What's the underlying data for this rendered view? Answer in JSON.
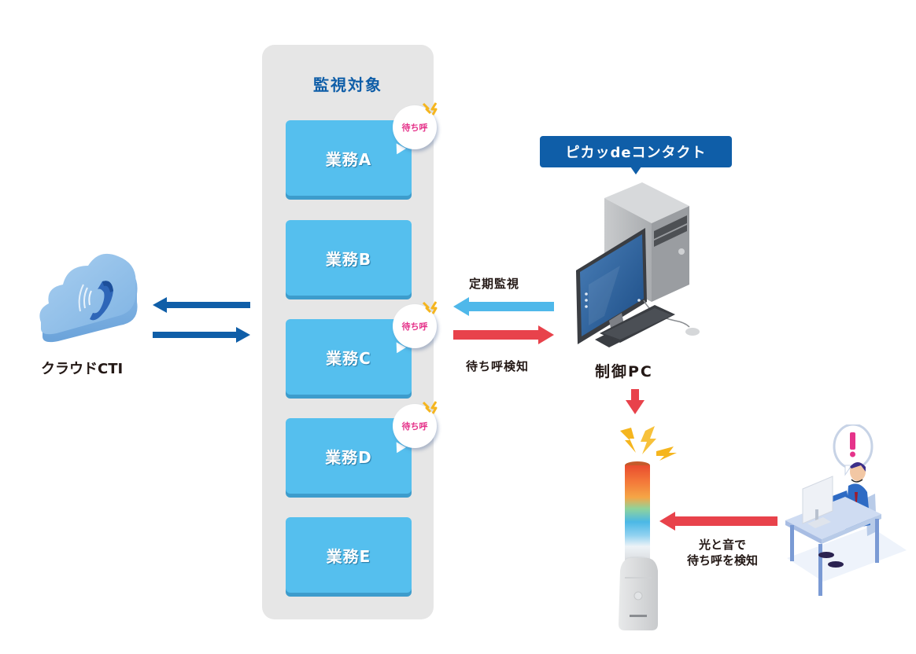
{
  "monitor_panel": {
    "title": "監視対象",
    "tasks": [
      {
        "label": "業務A",
        "waiting_call": true
      },
      {
        "label": "業務B",
        "waiting_call": false
      },
      {
        "label": "業務C",
        "waiting_call": true
      },
      {
        "label": "業務D",
        "waiting_call": true
      },
      {
        "label": "業務E",
        "waiting_call": false
      }
    ],
    "bubble_text": "待ち呼"
  },
  "cloud_cti": {
    "label": "クラウドCTI",
    "icon": "cloud-phone-icon"
  },
  "flows": {
    "periodic_monitoring": "定期監視",
    "waiting_call_detection": "待ち呼検知",
    "light_sound_detection_line1": "光と音で",
    "light_sound_detection_line2": "待ち呼を検知"
  },
  "control_pc": {
    "product_name": "ピカッdeコンタクト",
    "label": "制御PC",
    "icon": "desktop-pc-icon"
  },
  "signal_tower": {
    "icon": "signal-tower-icon"
  },
  "operator": {
    "icon": "operator-at-desk-icon",
    "alert_icon": "exclamation-icon"
  },
  "colors": {
    "panel_bg": "#e6e6e6",
    "task_blue": "#55bfee",
    "title_blue": "#0f5ea8",
    "cti_arrow_blue": "#0f5ea8",
    "monitor_arrow_lightblue": "#4fb8ea",
    "alert_red": "#e8424b",
    "bubble_pink": "#e5338a",
    "spark_yellow": "#f5b51e"
  }
}
